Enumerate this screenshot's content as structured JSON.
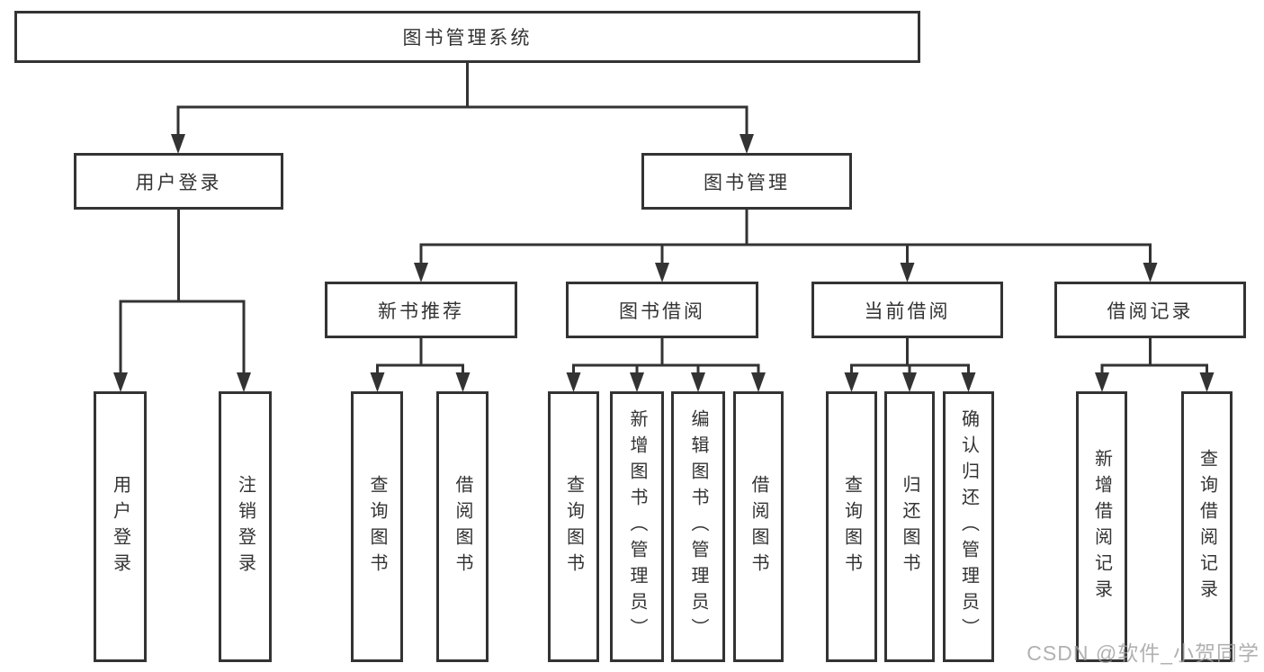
{
  "diagram": {
    "root": {
      "label": "图书管理系统",
      "children": [
        {
          "label": "用户登录",
          "children": [
            {
              "label": "用户登录"
            },
            {
              "label": "注销登录"
            }
          ]
        },
        {
          "label": "图书管理",
          "children": [
            {
              "label": "新书推荐",
              "children": [
                {
                  "label": "查询图书"
                },
                {
                  "label": "借阅图书"
                }
              ]
            },
            {
              "label": "图书借阅",
              "children": [
                {
                  "label": "查询图书"
                },
                {
                  "label": "新增图书（管理员）"
                },
                {
                  "label": "编辑图书（管理员）"
                },
                {
                  "label": "借阅图书"
                }
              ]
            },
            {
              "label": "当前借阅",
              "children": [
                {
                  "label": "查询图书"
                },
                {
                  "label": "归还图书"
                },
                {
                  "label": "确认归还（管理员）"
                }
              ]
            },
            {
              "label": "借阅记录",
              "children": [
                {
                  "label": "新增借阅记录"
                },
                {
                  "label": "查询借阅记录"
                }
              ]
            }
          ]
        }
      ]
    }
  },
  "watermark": {
    "text": "CSDN @软件_小贺同学"
  },
  "colors": {
    "line": "#333333",
    "text": "#333333",
    "node_background": "#ffffff",
    "page_background": "#ffffff",
    "watermark": "#b3b3b3"
  }
}
